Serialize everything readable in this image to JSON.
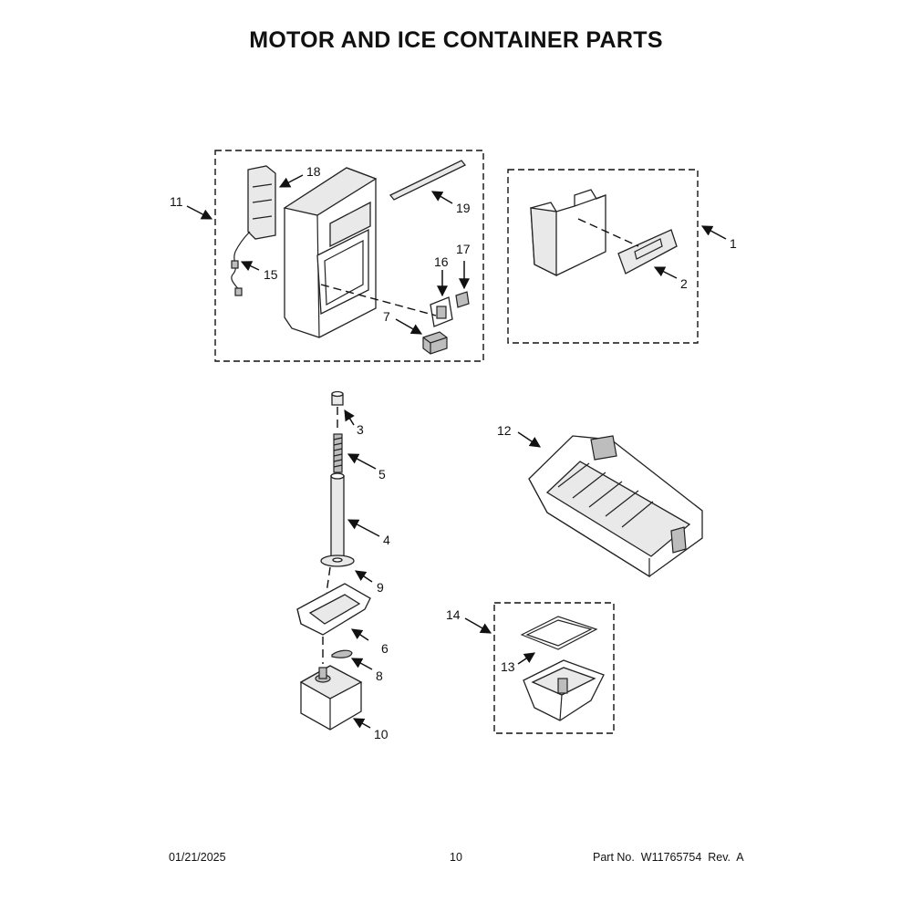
{
  "title": "MOTOR AND ICE CONTAINER PARTS",
  "footer": {
    "date": "01/21/2025",
    "page": "10",
    "part_no": "Part No.  W11765754  Rev.  A"
  },
  "callouts": {
    "c1": "1",
    "c2": "2",
    "c3": "3",
    "c4": "4",
    "c5": "5",
    "c6": "6",
    "c7": "7",
    "c8": "8",
    "c9": "9",
    "c10": "10",
    "c11": "11",
    "c12": "12",
    "c13": "13",
    "c14": "14",
    "c15": "15",
    "c16": "16",
    "c17": "17",
    "c18": "18",
    "c19": "19"
  }
}
